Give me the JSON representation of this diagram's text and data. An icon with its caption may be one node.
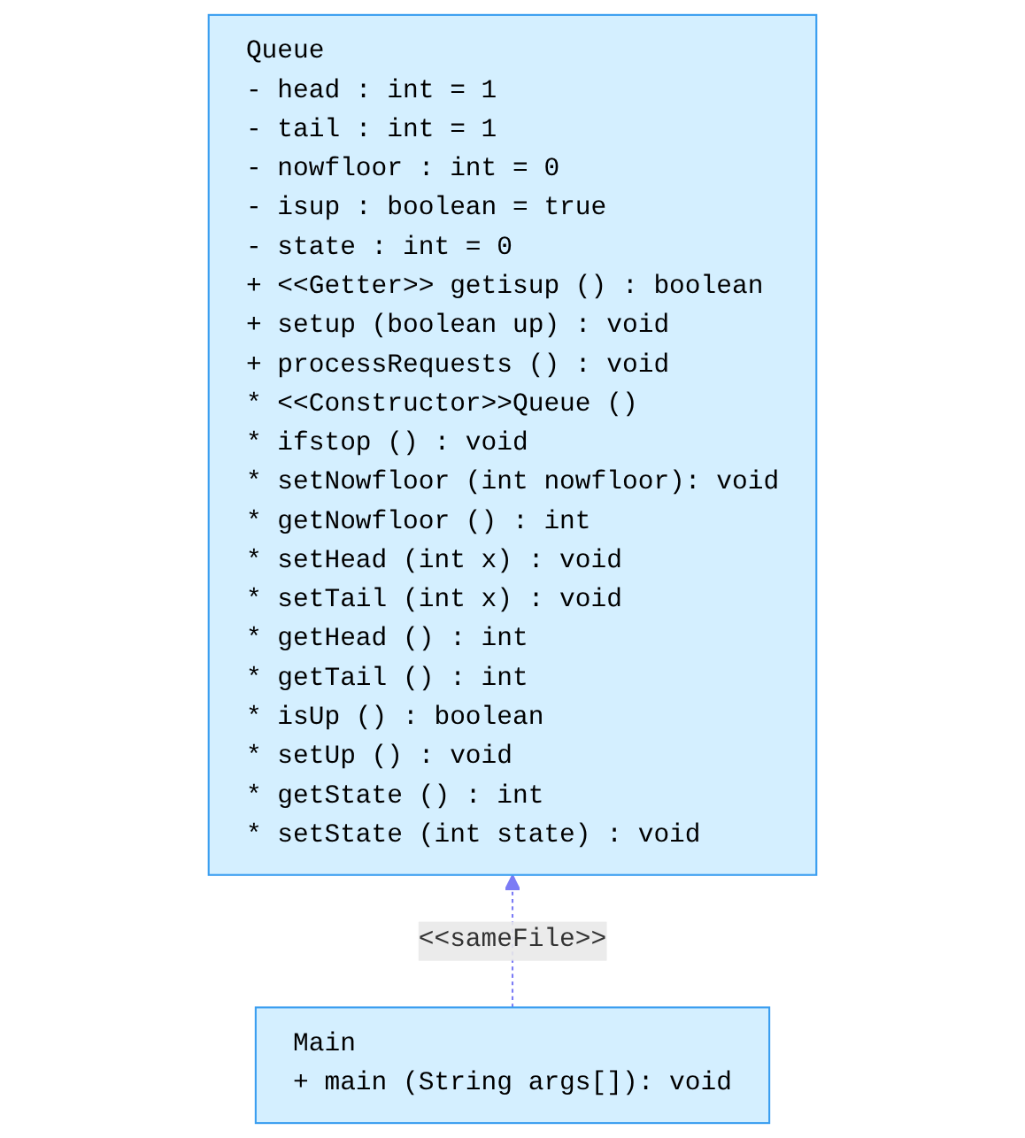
{
  "diagram": {
    "nodes": [
      {
        "text": [
          "Queue",
          "- head : int = 1",
          "- tail : int = 1",
          "- nowfloor : int = 0",
          "- isup : boolean = true",
          "- state : int = 0",
          "+ <<Getter>> getisup () : boolean",
          "+ setup (boolean up) : void",
          "+ processRequests () : void",
          "* <<Constructor>>Queue ()",
          "* ifstop () : void",
          "* setNowfloor (int nowfloor): void",
          "* getNowfloor () : int",
          "* setHead (int x) : void",
          "* setTail (int x) : void",
          "* getHead () : int",
          "* getTail () : int",
          "* isUp () : boolean",
          "* setUp () : void",
          "* getState () : int",
          "* setState (int state) : void"
        ]
      },
      {
        "text": [
          "Main",
          "+ main (String args[]): void"
        ]
      }
    ],
    "edges": [
      {
        "from": 1,
        "to": 0,
        "arrow": "to",
        "style": "dashed",
        "label": "<<sameFile>>"
      }
    ]
  }
}
